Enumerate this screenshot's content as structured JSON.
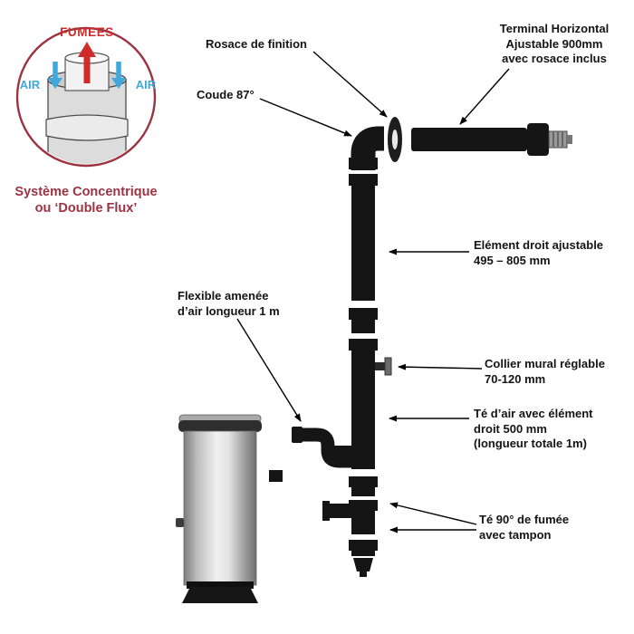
{
  "inset": {
    "smoke": "FUMEES",
    "air_left": "AIR",
    "air_right": "AIR",
    "caption": "Système Concentrique\nou ‘Double Flux’"
  },
  "callouts": {
    "rosace": "Rosace de finition",
    "coude": "Coude 87°",
    "terminal": "Terminal Horizontal\nAjustable 900mm\navec rosace inclus",
    "element_droit": "Elément droit ajustable\n495 – 805 mm",
    "flexible": "Flexible amenée\nd’air longueur 1 m",
    "collier": "Collier mural réglable\n70-120 mm",
    "te_air": "Té d’air avec élément\ndroit 500 mm\n(longueur totale 1m)",
    "te_fumee": "Té 90° de fumée\navec tampon"
  },
  "colors": {
    "accent_red": "#9c3342",
    "smoke_red": "#cf2c2a",
    "air_blue": "#3fa9dc",
    "pipe_black": "#151515"
  }
}
